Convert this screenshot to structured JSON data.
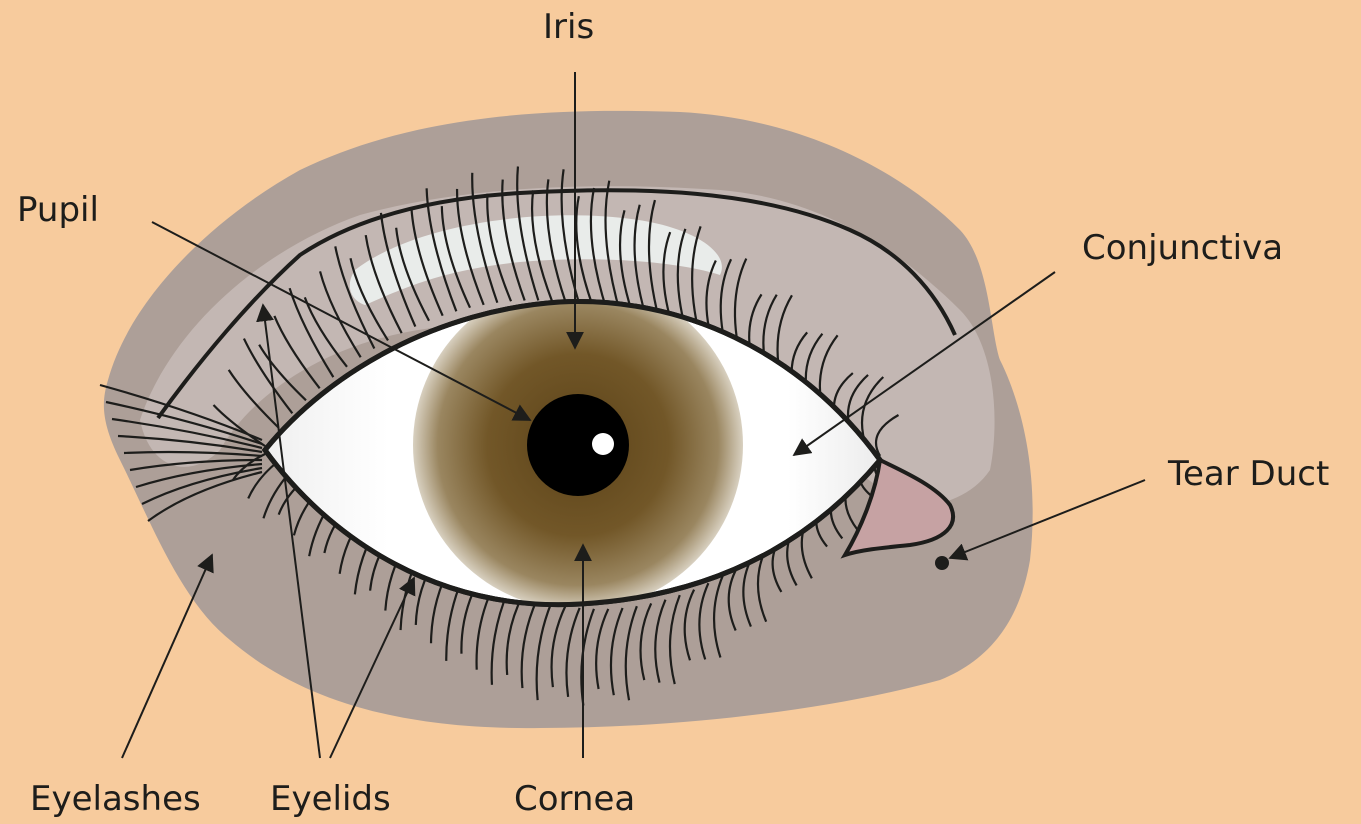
{
  "labels": {
    "iris": "Iris",
    "pupil": "Pupil",
    "conjunctiva": "Conjunctiva",
    "tear_duct": "Tear Duct",
    "eyelashes": "Eyelashes",
    "eyelids": "Eyelids",
    "cornea": "Cornea"
  },
  "colors": {
    "background": "#f7cb9d",
    "skin_shadow": "#ad9f98",
    "lid_highlight": "#c3b7b3",
    "sclera": "#ffffff",
    "iris": "#6b5225",
    "pupil": "#000000",
    "tear_duct": "#c6a2a3",
    "outline": "#1d1d1b"
  }
}
